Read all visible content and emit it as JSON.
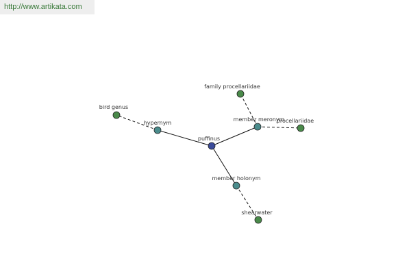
{
  "watermark": {
    "url": "http://www.artikata.com"
  },
  "graph": {
    "center": {
      "label": "puffinus",
      "color": "#3a4a9a"
    },
    "nodes": [
      {
        "id": "puffinus",
        "label": "puffinus",
        "kind": "center",
        "color": "#3a4a9a"
      },
      {
        "id": "hypernym",
        "label": "hypernym",
        "kind": "relation",
        "color": "#4a8c8c"
      },
      {
        "id": "member-meronym",
        "label": "member meronym",
        "kind": "relation",
        "color": "#4a8c8c"
      },
      {
        "id": "member-holonym",
        "label": "member holonym",
        "kind": "relation",
        "color": "#4a8c8c"
      },
      {
        "id": "bird-genus",
        "label": "bird genus",
        "kind": "term",
        "color": "#4a8a4a"
      },
      {
        "id": "family-procellariidae",
        "label": "family procellariidae",
        "kind": "term",
        "color": "#4a8a4a"
      },
      {
        "id": "procellariidae",
        "label": "procellariidae",
        "kind": "term",
        "color": "#4a8a4a"
      },
      {
        "id": "shearwater",
        "label": "shearwater",
        "kind": "term",
        "color": "#4a8a4a"
      }
    ],
    "edges": [
      {
        "from": "puffinus",
        "to": "hypernym",
        "style": "solid"
      },
      {
        "from": "puffinus",
        "to": "member-meronym",
        "style": "solid"
      },
      {
        "from": "puffinus",
        "to": "member-holonym",
        "style": "solid"
      },
      {
        "from": "hypernym",
        "to": "bird-genus",
        "style": "dashed"
      },
      {
        "from": "member-meronym",
        "to": "family-procellariidae",
        "style": "dashed"
      },
      {
        "from": "member-meronym",
        "to": "procellariidae",
        "style": "dashed"
      },
      {
        "from": "member-holonym",
        "to": "shearwater",
        "style": "dashed"
      }
    ]
  }
}
